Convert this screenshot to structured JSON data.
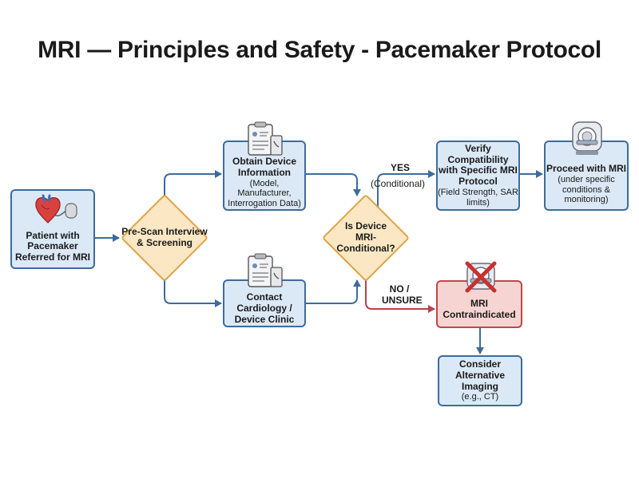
{
  "title": "MRI — Principles and Safety - Pacemaker Protocol",
  "nodes": {
    "patient": {
      "title": "Patient with Pacemaker Referred for MRI"
    },
    "prescan": {
      "title": "Pre-Scan Interview & Screening"
    },
    "obtain": {
      "title": "Obtain Device Information",
      "sub": "(Model, Manufacturer, Interrogation Data)"
    },
    "contact": {
      "title": "Contact Cardiology / Device Clinic"
    },
    "decision": {
      "title": "Is Device MRI-Conditional?"
    },
    "verify": {
      "title": "Verify Compatibility with Specific MRI Protocol",
      "sub": "(Field Strength, SAR limits)"
    },
    "proceed": {
      "title": "Proceed with MRI",
      "sub": "(under specific conditions & monitoring)"
    },
    "contra": {
      "title": "MRI Contraindicated"
    },
    "alt": {
      "title": "Consider Alternative Imaging",
      "sub": "(e.g., CT)"
    }
  },
  "edge_labels": {
    "yes": "YES",
    "conditional": "(Conditional)",
    "no": "NO / UNSURE"
  },
  "colors": {
    "process_fill": "#dbe8f6",
    "process_border": "#3d6c9c",
    "decision_fill": "#fbe7c4",
    "decision_border": "#e0a44a",
    "danger_fill": "#f6d4d2",
    "danger_border": "#c0464b",
    "arrow": "#3d6c9c",
    "arrow_danger": "#b8434a"
  },
  "icons": {
    "patient": "heart-pacemaker-icon",
    "obtain": "clipboard-phone-icon",
    "contact": "clipboard-phone-icon",
    "proceed": "mri-scanner-icon",
    "contra": "mri-scanner-crossed-icon"
  }
}
